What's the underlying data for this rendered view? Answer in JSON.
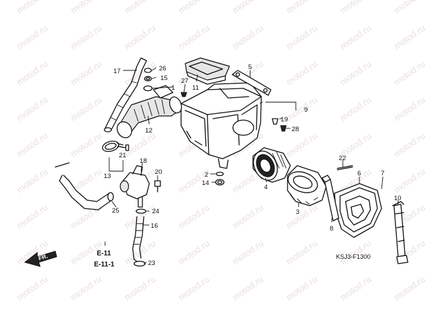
{
  "watermark": "motod.ru",
  "callouts": [
    {
      "id": "1",
      "label": "1"
    },
    {
      "id": "2",
      "label": "2"
    },
    {
      "id": "3",
      "label": "3"
    },
    {
      "id": "4",
      "label": "4"
    },
    {
      "id": "5",
      "label": "5"
    },
    {
      "id": "6",
      "label": "6"
    },
    {
      "id": "7",
      "label": "7"
    },
    {
      "id": "8",
      "label": "8"
    },
    {
      "id": "9",
      "label": "9"
    },
    {
      "id": "10",
      "label": "10"
    },
    {
      "id": "11",
      "label": "11"
    },
    {
      "id": "12",
      "label": "12"
    },
    {
      "id": "13",
      "label": "13"
    },
    {
      "id": "14",
      "label": "14"
    },
    {
      "id": "15",
      "label": "15"
    },
    {
      "id": "16",
      "label": "16"
    },
    {
      "id": "17",
      "label": "17"
    },
    {
      "id": "18",
      "label": "18"
    },
    {
      "id": "19",
      "label": "19"
    },
    {
      "id": "20",
      "label": "20"
    },
    {
      "id": "21",
      "label": "21"
    },
    {
      "id": "22",
      "label": "22"
    },
    {
      "id": "23",
      "label": "23"
    },
    {
      "id": "24",
      "label": "24"
    },
    {
      "id": "25",
      "label": "25"
    },
    {
      "id": "26",
      "label": "26"
    },
    {
      "id": "27",
      "label": "27"
    },
    {
      "id": "28",
      "label": "28"
    }
  ],
  "references": {
    "e11": "E-11",
    "e111": "E-11-1"
  },
  "direction_label": "FR.",
  "diagram_code": "KSJ3-F1300"
}
